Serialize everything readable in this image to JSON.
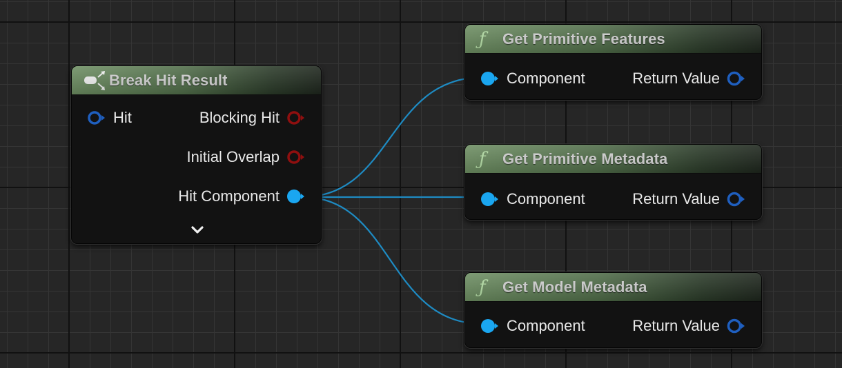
{
  "graph": {
    "background_color": "#262626",
    "wire_color": "#1e8bc3",
    "colors": {
      "struct_pin": "#1f5fbf",
      "bool_pin": "#8f0f0f",
      "object_pin": "#1aa6f0",
      "function_header": "#6d8e62",
      "function_icon": "#b6e0a7"
    }
  },
  "nodes": {
    "break_hit_result": {
      "title": "Break Hit Result",
      "icon": "break-struct-icon",
      "inputs": [
        {
          "label": "Hit",
          "type": "struct",
          "connected": false
        }
      ],
      "outputs": [
        {
          "label": "Blocking Hit",
          "type": "bool",
          "connected": false
        },
        {
          "label": "Initial Overlap",
          "type": "bool",
          "connected": false
        },
        {
          "label": "Hit Component",
          "type": "object",
          "connected": true
        }
      ],
      "expand_icon": "chevron-down-icon"
    },
    "get_primitive_features": {
      "title": "Get Primitive Features",
      "icon": "function-icon",
      "glyph": "ƒ",
      "input": {
        "label": "Component",
        "connected": true
      },
      "output": {
        "label": "Return Value",
        "connected": false
      }
    },
    "get_primitive_metadata": {
      "title": "Get Primitive Metadata",
      "icon": "function-icon",
      "glyph": "ƒ",
      "input": {
        "label": "Component",
        "connected": true
      },
      "output": {
        "label": "Return Value",
        "connected": false
      }
    },
    "get_model_metadata": {
      "title": "Get Model Metadata",
      "icon": "function-icon",
      "glyph": "ƒ",
      "input": {
        "label": "Component",
        "connected": true
      },
      "output": {
        "label": "Return Value",
        "connected": false
      }
    }
  },
  "connections": [
    {
      "from": "Break Hit Result.Hit Component",
      "to": "Get Primitive Features.Component"
    },
    {
      "from": "Break Hit Result.Hit Component",
      "to": "Get Primitive Metadata.Component"
    },
    {
      "from": "Break Hit Result.Hit Component",
      "to": "Get Model Metadata.Component"
    }
  ]
}
